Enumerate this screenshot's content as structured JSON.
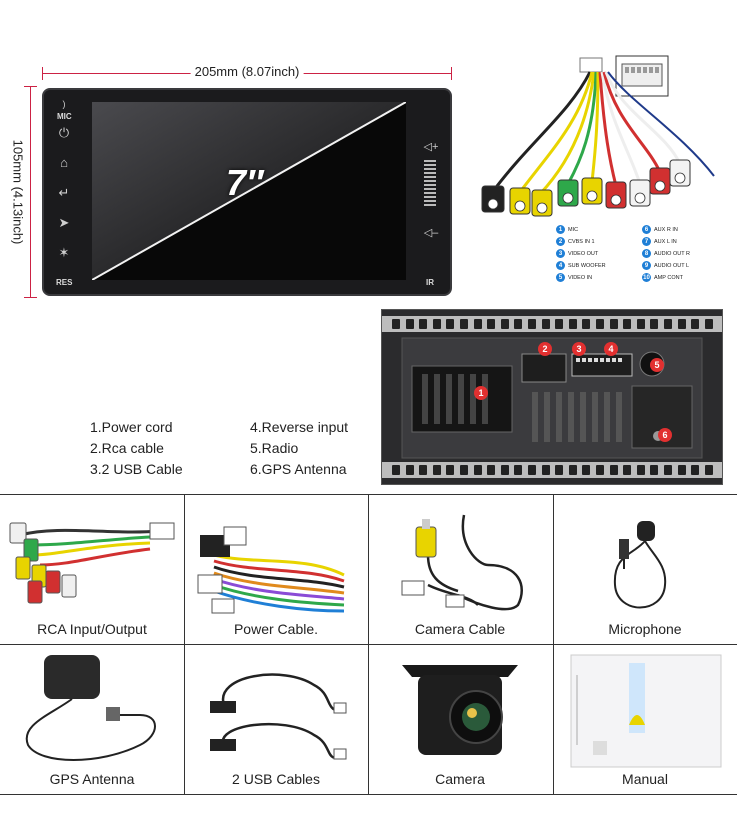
{
  "dimensions": {
    "width_label": "205mm (8.07inch)",
    "height_label": "105mm (4.13inch)"
  },
  "unit": {
    "screen_size": "7″",
    "mic_label": "MIC",
    "res_label": "RES",
    "ir_label": "IR",
    "vol_up": "◁+",
    "vol_down": "◁–"
  },
  "harness_legend": [
    {
      "num": "1",
      "label": "MIC"
    },
    {
      "num": "6",
      "label": "AUX R IN"
    },
    {
      "num": "2",
      "label": "CVBS IN 1"
    },
    {
      "num": "7",
      "label": "AUX L IN"
    },
    {
      "num": "3",
      "label": "VIDEO OUT"
    },
    {
      "num": "8",
      "label": "AUDIO OUT R"
    },
    {
      "num": "4",
      "label": "SUB WOOFER"
    },
    {
      "num": "9",
      "label": "AUDIO OUT L"
    },
    {
      "num": "5",
      "label": "VIDEO IN"
    },
    {
      "num": "10",
      "label": "AMP CONT"
    }
  ],
  "back_panel_markers": [
    "1",
    "2",
    "3",
    "4",
    "5",
    "6"
  ],
  "ports_list": [
    "1.Power cord",
    "4.Reverse input",
    "2.Rca cable",
    "5.Radio",
    "3.2 USB Cable",
    "6.GPS Antenna"
  ],
  "accessories": [
    {
      "label": "RCA Input/Output",
      "icon": "rca-cable-icon"
    },
    {
      "label": "Power Cable.",
      "icon": "power-cable-icon"
    },
    {
      "label": "Camera Cable",
      "icon": "camera-cable-icon"
    },
    {
      "label": "Microphone",
      "icon": "microphone-icon"
    },
    {
      "label": "GPS Antenna",
      "icon": "gps-antenna-icon"
    },
    {
      "label": "2 USB Cables",
      "icon": "usb-cables-icon"
    },
    {
      "label": "Camera",
      "icon": "camera-icon"
    },
    {
      "label": "Manual",
      "icon": "manual-icon"
    }
  ],
  "colors": {
    "dimension_line": "#cc2244",
    "legend_badge": "#1f7fd6",
    "back_marker": "#e23030"
  }
}
